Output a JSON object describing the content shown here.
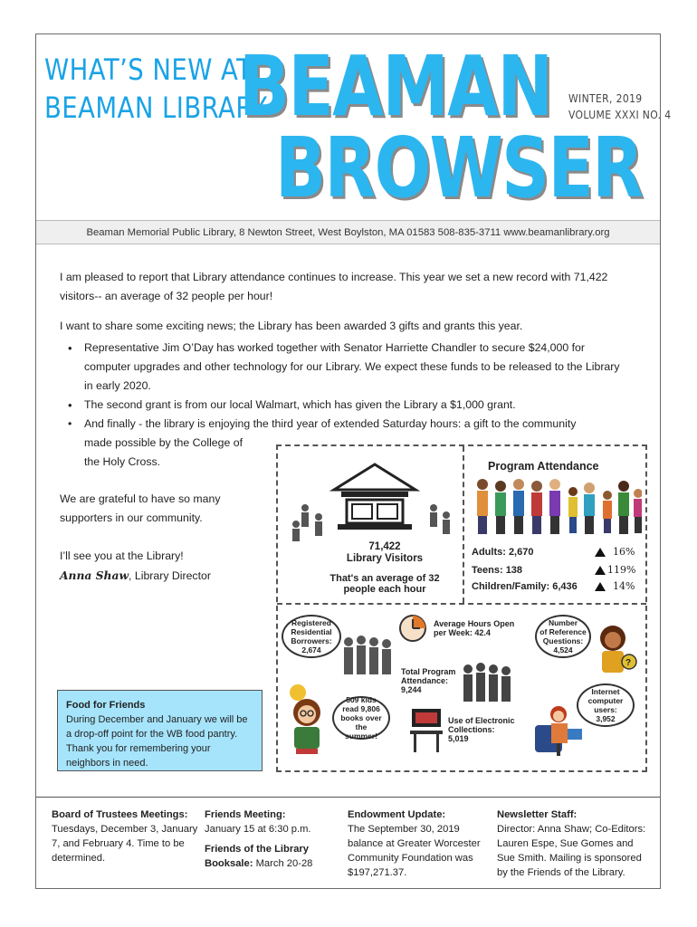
{
  "header": {
    "tagline_line1": "WHAT’S NEW AT",
    "tagline_line2": "BEAMAN LIBRARY",
    "masthead_line1": "BEAMAN",
    "masthead_line2": "BROWSER",
    "issue_season": "WINTER, 2019",
    "issue_volume": "VOLUME XXXI NO. 4"
  },
  "address_bar": "Beaman Memorial Public Library, 8 Newton Street, West Boylston, MA 01583 508-835-3711 www.beamanlibrary.org",
  "letter": {
    "para1_line1": "I am pleased to report that Library attendance continues to increase. This year we set a new record with 71,422",
    "para1_line2": "visitors-- an average of 32 people per hour!",
    "para2": "I want to share some exciting news; the Library has been awarded 3 gifts and grants this year.",
    "bullets": [
      "Representative Jim O’Day has worked together with Senator Harriette Chandler to secure $24,000 for computer upgrades and other technology for our Library. We expect these funds to be released to the Library in early 2020.",
      "The second grant is from our local Walmart, which has given the Library a $1,000 grant."
    ],
    "bullet3_line1": "And finally - the library is enjoying the third year of extended Saturday hours: a gift to the community",
    "bullet3_line2": "made possible by the College of",
    "bullet3_line3": "the Holy Cross.",
    "grateful_line1": "We are grateful to have so many",
    "grateful_line2": "supporters in our community.",
    "see_you": "I’ll see you at the Library!",
    "signature_name": "Anna Shaw",
    "signature_title": ", Library Director"
  },
  "infographic": {
    "title": "Program Attendance",
    "visitors_count": "71,422",
    "visitors_label": "Library Visitors",
    "average_line1": "That's an average of 32",
    "average_line2": "people each hour",
    "adults": "Adults: 2,670",
    "adults_change": "16%",
    "teens": "Teens: 138",
    "teens_change": "119%",
    "children": "Children/Family: 6,436",
    "children_change": "14%",
    "borrowers_line1": "Registered",
    "borrowers_line2": "Residential",
    "borrowers_line3": "Borrowers:",
    "borrowers_value": "2,674",
    "hours_line1": "Average Hours Open",
    "hours_line2": "per Week:  42.4",
    "reference_line1": "Number",
    "reference_line2": "of Reference",
    "reference_line3": "Questions:",
    "reference_value": "4,524",
    "program_line1": "Total Program",
    "program_line2": "Attendance:",
    "program_value": "9,244",
    "books_line1": "509 kids",
    "books_line2": "read 9,806",
    "books_line3": "books over the",
    "books_line4": "summer!",
    "electronic_line1": "Use of Electronic",
    "electronic_line2": "Collections:",
    "electronic_value": "5,019",
    "internet_line1": "Internet",
    "internet_line2": "computer",
    "internet_line3": "users:",
    "internet_value": "3,952",
    "question_mark": "?",
    "colors": {
      "accent_blue": "#2cb6f0",
      "bubble_border": "#333333"
    }
  },
  "food_for_friends": {
    "title": "Food for Friends",
    "text": "During December and January we will be a drop-off point for the WB food pantry. Thank you for remembering your neighbors in need."
  },
  "footer": {
    "trustees_heading": "Board of Trustees Meetings:",
    "trustees_text": "Tuesdays, December 3, January 7, and February 4. Time to be determined.",
    "friends_heading": "Friends Meeting:",
    "friends_text": "January 15 at 6:30 p.m.",
    "booksale_heading": "Friends of the Library Booksale:",
    "booksale_text": "March 20-28",
    "endowment_heading": "Endowment Update:",
    "endowment_text": "The September 30, 2019 balance at Greater Worcester Community Foundation was $197,271.37.",
    "staff_heading": "Newsletter Staff:",
    "staff_text": "Director: Anna Shaw; Co-Editors: Lauren Espe, Sue Gomes and Sue Smith. Mailing is sponsored by the Friends of the Library."
  }
}
